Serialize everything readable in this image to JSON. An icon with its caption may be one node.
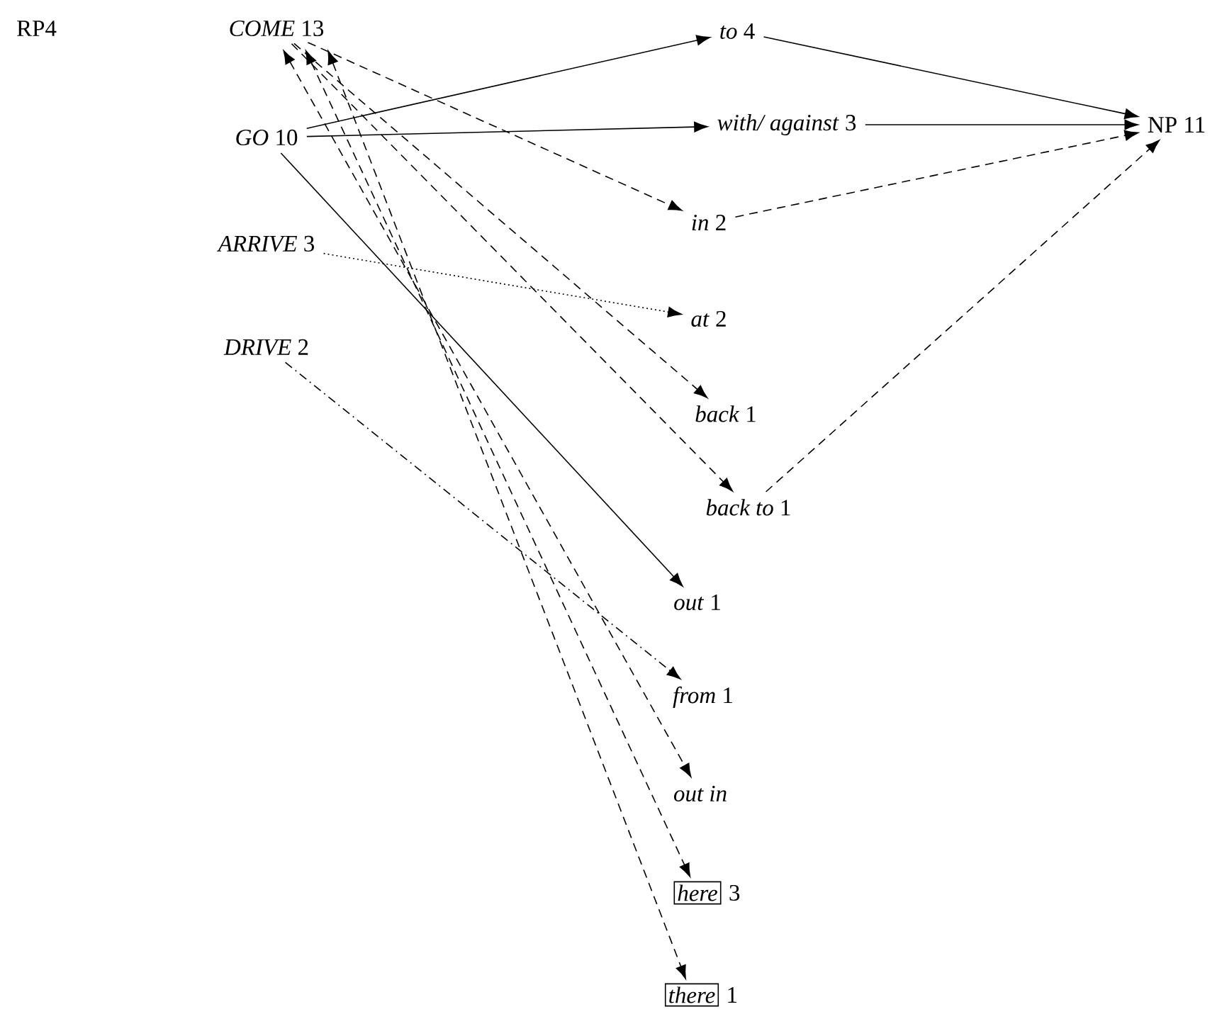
{
  "diagram": {
    "nodes": [
      {
        "text": [
          "*COME* 13"
        ]
      },
      {
        "text": [
          "*GO* 10"
        ]
      },
      {
        "text": [
          "*ARRIVE* 3"
        ]
      },
      {
        "text": [
          "*DRIVE* 2"
        ]
      },
      {
        "text": [
          "*to* 4"
        ]
      },
      {
        "text": [
          "*with/ against* 3"
        ]
      },
      {
        "text": [
          "*in* 2"
        ]
      },
      {
        "text": [
          "*at* 2"
        ]
      },
      {
        "text": [
          "*back* 1"
        ]
      },
      {
        "text": [
          "*back to* 1"
        ]
      },
      {
        "text": [
          "*out* 1"
        ]
      },
      {
        "text": [
          "*from* 1"
        ]
      },
      {
        "text": [
          "out in"
        ]
      },
      {
        "text": [
          "here"
        ],
        "beside": [
          "3"
        ]
      },
      {
        "text": [
          "there"
        ],
        "beside": [
          "1"
        ]
      },
      {
        "text": [
          "NP 11"
        ]
      }
    ],
    "edges": [
      {
        "from": 1,
        "to": 4,
        "arrow": "to"
      },
      {
        "from": 1,
        "to": 5,
        "arrow": "to"
      },
      {
        "from": 1,
        "to": 10,
        "arrow": "to"
      },
      {
        "from": 0,
        "to": 6,
        "arrow": "to",
        "style": "dashed"
      },
      {
        "from": 0,
        "to": 8,
        "arrow": "to",
        "style": "dashed"
      },
      {
        "from": 0,
        "to": 9,
        "arrow": "to",
        "style": "dashed"
      },
      {
        "from": 0,
        "to": 12,
        "arrow": "both",
        "style": "dashed"
      },
      {
        "from": 0,
        "to": 13,
        "arrow": "both",
        "style": "dashed"
      },
      {
        "from": 0,
        "to": 14,
        "arrow": "both",
        "style": "dashed"
      },
      {
        "from": 2,
        "to": 7,
        "arrow": "to",
        "style": "dashed"
      },
      {
        "from": 3,
        "to": 11,
        "arrow": "to",
        "style": "dashed"
      },
      {
        "from": 4,
        "to": 15,
        "arrow": "to"
      },
      {
        "from": 5,
        "to": 15,
        "arrow": "to"
      },
      {
        "from": 6,
        "to": 15,
        "arrow": "to",
        "style": "dashed"
      },
      {
        "from": 9,
        "to": 15,
        "arrow": "to",
        "style": "dashed"
      }
    ],
    "labels": [
      "RP4"
    ]
  }
}
